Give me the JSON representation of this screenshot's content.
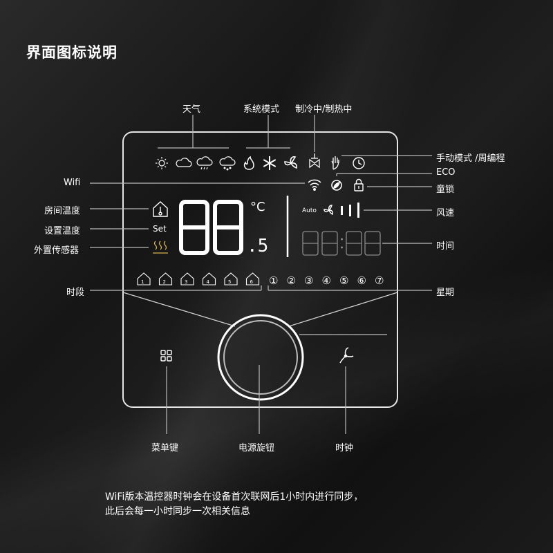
{
  "title": "界面图标说明",
  "labels": {
    "weather": "天气",
    "system_mode": "系统模式",
    "cool_heat": "制冷中/制热中",
    "manual_weekly": "手动模式 /周编程",
    "eco": "ECO",
    "child_lock": "童锁",
    "fan_speed": "风速",
    "time": "时间",
    "week": "星期",
    "wifi": "Wifi",
    "room_temp": "房间温度",
    "set_temp": "设置温度",
    "ext_sensor": "外置传感器",
    "period": "时段",
    "menu_key": "菜单键",
    "power_knob": "电源旋钮",
    "clock": "时钟"
  },
  "display": {
    "big_digits": "88",
    "decimal": ".5",
    "unit": "°C",
    "set_label": "Set",
    "auto_label": "Auto",
    "clock_digits": "88:88",
    "weekdays": [
      "①",
      "②",
      "③",
      "④",
      "⑤",
      "⑥",
      "⑦"
    ],
    "periods": [
      "1",
      "2",
      "3",
      "4",
      "5",
      "6"
    ]
  },
  "icons": {
    "weather": [
      "sun-icon",
      "cloud-icon",
      "rain-icon",
      "snow-icon"
    ],
    "modes": [
      "flame-icon",
      "snowflake-icon",
      "fan-icon"
    ],
    "status": [
      "valve-icon",
      "hand-icon",
      "clock-icon",
      "wifi-icon",
      "eco-icon",
      "lock-icon"
    ]
  },
  "footnote": {
    "line1": "WiFi版本温控器时钟会在设备首次联网后1小时内进行同步，",
    "line2": "此后会每一小时同步一次相关信息"
  }
}
